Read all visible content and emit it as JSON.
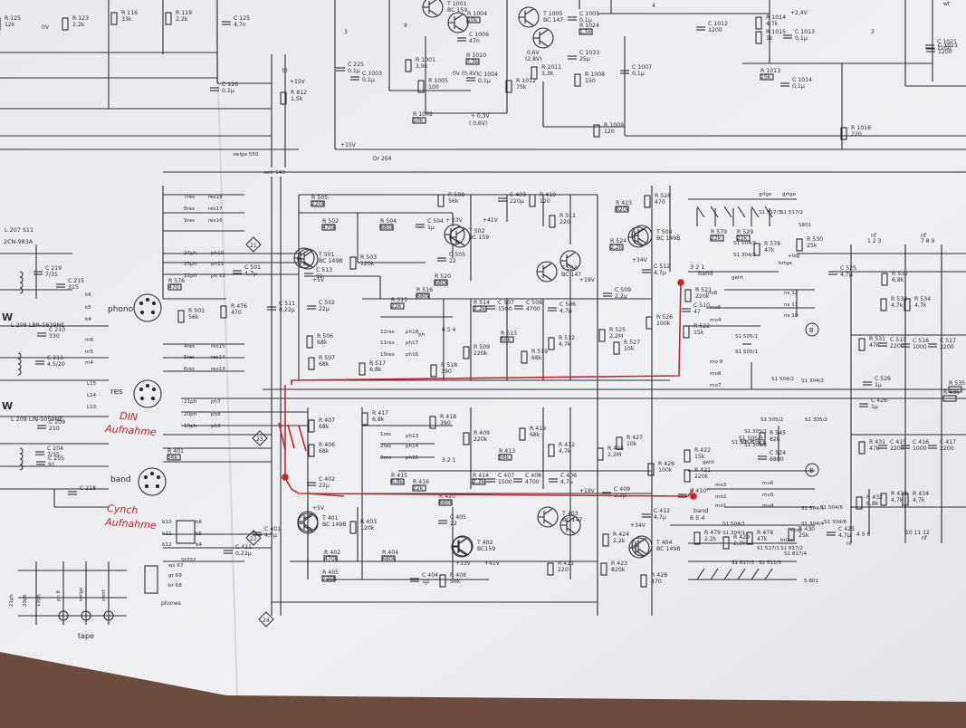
{
  "sheet": {
    "paper_color": "#ecedf1",
    "ink_color": "#2b2d33",
    "marker_color": "#c8232c",
    "desk_color": "#6b4c3e"
  },
  "top_parts": [
    {
      "ref": "R 125",
      "val": "12k"
    },
    {
      "ref": "R 123",
      "val": "2,2k"
    },
    {
      "ref": "R 116",
      "val": "33k"
    },
    {
      "ref": "R 119",
      "val": "2,2k"
    },
    {
      "ref": "C 125",
      "val": "4,7n"
    },
    {
      "ref": "C 126",
      "val": "0,1µ"
    },
    {
      "ref": "R 812",
      "val": "1,5k"
    },
    {
      "ref": "C 225",
      "val": "0,1µ"
    },
    {
      "ref": "C 1003",
      "val": "0,1µ"
    },
    {
      "ref": "R 1001",
      "val": "3,9k"
    },
    {
      "ref": "R 1005",
      "val": "100"
    },
    {
      "ref": "R 1002",
      "val": "10k"
    },
    {
      "ref": "T 1001",
      "val": "BC 159"
    },
    {
      "ref": "R 1004",
      "val": "10k"
    },
    {
      "ref": "C 1006",
      "val": "47n"
    },
    {
      "ref": "R 1010",
      "val": "3,3k"
    },
    {
      "ref": "C 1004",
      "val": "0,1µ"
    },
    {
      "ref": "T 1005",
      "val": "BC 147"
    },
    {
      "ref": "C 1005",
      "val": "0,1µ"
    },
    {
      "ref": "R 1024",
      "val": "1,5k"
    },
    {
      "ref": "C 1033",
      "val": "25µ"
    },
    {
      "ref": "R 1011",
      "val": "3,3k"
    },
    {
      "ref": "R 1012",
      "val": "75k"
    },
    {
      "ref": "R 1008",
      "val": "150"
    },
    {
      "ref": "C 1007",
      "val": "0,1µ"
    },
    {
      "ref": "R 1009",
      "val": "120"
    },
    {
      "ref": "C 1012",
      "val": "1200"
    },
    {
      "ref": "R 1014",
      "val": "4,7k"
    },
    {
      "ref": "R 1015",
      "val": "1k"
    },
    {
      "ref": "C 1013",
      "val": "0,1µ"
    },
    {
      "ref": "R 1013",
      "val": "15k"
    },
    {
      "ref": "C 1014",
      "val": "0,1µ"
    },
    {
      "ref": "R 1016",
      "val": "220"
    },
    {
      "ref": "C 1021",
      "val": "1200"
    }
  ],
  "top_misc": {
    "v15_a": "+15V",
    "v15_b": "+15V",
    "dr": "Dr 204",
    "v03": "+ 0,3V",
    "v06": "( 0,6V)",
    "v24": "+2,4V",
    "ov": "0V",
    "ov04": "0V (0,4V)",
    "v06b": "0,6V",
    "v28": "(2,8V)",
    "bl": "bl",
    "wt": "wt",
    "n9": "9",
    "n3a": "3",
    "n3b": "3",
    "n4": "4"
  },
  "preamp_upper": [
    {
      "ref": "R 505",
      "val": "220k"
    },
    {
      "ref": "R 502",
      "val": "470k"
    },
    {
      "ref": "R 504",
      "val": "680k"
    },
    {
      "ref": "C 504",
      "val": "1µ"
    },
    {
      "ref": "R 508",
      "val": "56k"
    },
    {
      "ref": "C 403",
      "val": "220µ"
    },
    {
      "ref": "R 410",
      "val": "120"
    },
    {
      "ref": "R 511",
      "val": "220"
    },
    {
      "ref": "T 501",
      "val": "BC 149B"
    },
    {
      "ref": "T 502",
      "val": "BC 159"
    },
    {
      "ref": "T 503",
      "val": "BC 147"
    },
    {
      "ref": "C 501",
      "val": "4,7µ"
    },
    {
      "ref": "C 513",
      "val": "91"
    },
    {
      "ref": "R 503",
      "val": "120k"
    },
    {
      "ref": "C 505",
      "val": "22"
    },
    {
      "ref": "R 520",
      "val": "680k"
    },
    {
      "ref": "R 516",
      "val": "680k"
    },
    {
      "ref": "R 515",
      "val": "22k"
    },
    {
      "ref": "C 511",
      "val": "0,22µ"
    },
    {
      "ref": "C 502",
      "val": "22µ"
    },
    {
      "ref": "R 514",
      "val": "2,2k"
    },
    {
      "ref": "C 507",
      "val": "1500"
    },
    {
      "ref": "C 508",
      "val": "4700"
    },
    {
      "ref": "C 506",
      "val": "4,7µ"
    },
    {
      "ref": "R 513",
      "val": "56k"
    },
    {
      "ref": "R 506",
      "val": "68k"
    },
    {
      "ref": "R 507",
      "val": "68k"
    },
    {
      "ref": "R 517",
      "val": "6,8k"
    },
    {
      "ref": "R 518",
      "val": "390"
    },
    {
      "ref": "R 509",
      "val": "220k"
    },
    {
      "ref": "R 519",
      "val": "68k"
    },
    {
      "ref": "R 512",
      "val": "4,7k"
    },
    {
      "ref": "R 525",
      "val": "2,2M"
    },
    {
      "ref": "R 527",
      "val": "10k"
    },
    {
      "ref": "R 526",
      "val": "100k"
    },
    {
      "ref": "R 501",
      "val": "56k"
    },
    {
      "ref": "R 576",
      "val": "470"
    },
    {
      "ref": "R 476",
      "val": "470"
    }
  ],
  "preamp_lower": [
    {
      "ref": "R 407",
      "val": "68k"
    },
    {
      "ref": "R 406",
      "val": "68k"
    },
    {
      "ref": "R 417",
      "val": "6,8k"
    },
    {
      "ref": "R 418",
      "val": "390"
    },
    {
      "ref": "R 409",
      "val": "220k"
    },
    {
      "ref": "R 419",
      "val": "68k"
    },
    {
      "ref": "R 412",
      "val": "4,7k"
    },
    {
      "ref": "R 413",
      "val": "56k"
    },
    {
      "ref": "R 425",
      "val": "2,2M"
    },
    {
      "ref": "R 427",
      "val": "10k"
    },
    {
      "ref": "R 426",
      "val": "100k"
    },
    {
      "ref": "R 414",
      "val": "2,2k"
    },
    {
      "ref": "C 407",
      "val": "1500"
    },
    {
      "ref": "C 408",
      "val": "4700"
    },
    {
      "ref": "C 406",
      "val": "4,7µ"
    },
    {
      "ref": "R 415",
      "val": "6,8k"
    },
    {
      "ref": "R 416",
      "val": "22k"
    },
    {
      "ref": "C 402",
      "val": "22µ"
    },
    {
      "ref": "R 420",
      "val": "680k"
    },
    {
      "ref": "C 409",
      "val": "2,2µ"
    },
    {
      "ref": "C 412",
      "val": "4,7µ"
    },
    {
      "ref": "T 401",
      "val": "BC 149B"
    },
    {
      "ref": "R 403",
      "val": "120k"
    },
    {
      "ref": "C 405",
      "val": "22"
    },
    {
      "ref": "T 402",
      "val": "BC159"
    },
    {
      "ref": "T 403",
      "val": "BC 147"
    },
    {
      "ref": "T 404",
      "val": "BC 149B"
    },
    {
      "ref": "R 424",
      "val": "2,2k"
    },
    {
      "ref": "C 401",
      "val": "4,7µ"
    },
    {
      "ref": "C 411",
      "val": "0,22µ"
    },
    {
      "ref": "R 402",
      "val": "470k"
    },
    {
      "ref": "R 404",
      "val": "680k"
    },
    {
      "ref": "R 405",
      "val": "220k"
    },
    {
      "ref": "C 404",
      "val": "1µ"
    },
    {
      "ref": "R 408",
      "val": "56k"
    },
    {
      "ref": "R 411",
      "val": "220"
    },
    {
      "ref": "R 423",
      "val": "820k"
    },
    {
      "ref": "R 428",
      "val": "470"
    },
    {
      "ref": "R 401",
      "val": "56k"
    },
    {
      "ref": "C 410",
      "val": "47"
    },
    {
      "ref": "R 421",
      "val": "220k"
    },
    {
      "ref": "R 422",
      "val": "15k"
    }
  ],
  "right_parts": [
    {
      "ref": "R 423",
      "val": "820k"
    },
    {
      "ref": "R 528",
      "val": "470"
    },
    {
      "ref": "R 524",
      "val": "2,2k"
    },
    {
      "ref": "T 504",
      "val": "BC 149B"
    },
    {
      "ref": "C 509",
      "val": "2,2µ"
    },
    {
      "ref": "C 512",
      "val": "4,7µ"
    },
    {
      "ref": "R 521",
      "val": "220k"
    },
    {
      "ref": "C 510",
      "val": "47"
    },
    {
      "ref": "R 522",
      "val": "15k"
    },
    {
      "ref": "R 579",
      "val": "22k"
    },
    {
      "ref": "R 529",
      "val": "22k"
    },
    {
      "ref": "R 578",
      "val": "47k"
    },
    {
      "ref": "R 530",
      "val": "25k"
    },
    {
      "ref": "C 525",
      "val": "4,7µ"
    },
    {
      "ref": "R 532",
      "val": "6,8k"
    },
    {
      "ref": "R 533",
      "val": "4,7k"
    },
    {
      "ref": "R 534",
      "val": "4,7k"
    },
    {
      "ref": "R 531",
      "val": "47k"
    },
    {
      "ref": "C 515",
      "val": "2200"
    },
    {
      "ref": "C 516",
      "val": "1000"
    },
    {
      "ref": "C 517",
      "val": "2200"
    },
    {
      "ref": "C 526",
      "val": "1µ"
    },
    {
      "ref": "C 426",
      "val": "1µ"
    },
    {
      "ref": "R 545",
      "val": "82k"
    },
    {
      "ref": "C 524",
      "val": "6800"
    },
    {
      "ref": "R 431",
      "val": "47k"
    },
    {
      "ref": "C 415",
      "val": "2200"
    },
    {
      "ref": "C 416",
      "val": "1000"
    },
    {
      "ref": "C 417",
      "val": "2200"
    },
    {
      "ref": "R 432",
      "val": "6,8k"
    },
    {
      "ref": "R 433",
      "val": "4,7k"
    },
    {
      "ref": "R 434",
      "val": "4,7k"
    },
    {
      "ref": "C 425",
      "val": "4,7µ"
    },
    {
      "ref": "R 479",
      "val": "2,2k"
    },
    {
      "ref": "R 429",
      "val": "2,2k"
    },
    {
      "ref": "R 478",
      "val": "47k"
    },
    {
      "ref": "R 430",
      "val": "25k"
    },
    {
      "ref": "R 535",
      "val": ""
    },
    {
      "ref": "R 435",
      "val": ""
    },
    {
      "ref": "C 1021",
      "val": "1200"
    },
    {
      "ref": "C 219",
      "val": "7/35"
    },
    {
      "ref": "C 215",
      "val": "315"
    },
    {
      "ref": "C 210",
      "val": "330"
    },
    {
      "ref": "C 211",
      "val": "4,5/20"
    },
    {
      "ref": "C 209",
      "val": "210"
    },
    {
      "ref": "C 204",
      "val": "7/35"
    },
    {
      "ref": "C 205",
      "val": "91"
    },
    {
      "ref": "C 218",
      "val": ""
    }
  ],
  "switches": [
    "swlge 550",
    "swlr 543",
    "7res",
    "8res",
    "9res",
    "res18",
    "res17",
    "res16",
    "24ph",
    "23ph",
    "22ph",
    "ph10",
    "ph11",
    "ph 12",
    "4res",
    "5res",
    "6res",
    "res15",
    "res14",
    "res13",
    "21ph",
    "20ph",
    "19ph",
    "ph7",
    "ph8",
    "ph9",
    "12res",
    "11res",
    "10res",
    "ph18",
    "ph17",
    "ph16",
    "ph13",
    "ph14",
    "ph15",
    "1res",
    "2res",
    "3res",
    "ph",
    "mo6",
    "mo5",
    "mo4",
    "mo 9",
    "mo8",
    "mo7",
    "mo3",
    "mo2",
    "mo1",
    "mu6",
    "mu5",
    "mu4",
    "ns 12",
    "ns 11",
    "ns 10",
    "S1 505/1",
    "S1 505/1",
    "S1 505/3",
    "S1 305/1",
    "S1 305/3",
    "S1 504/2",
    "S1 304/2",
    "S1 505/2",
    "S1 305/2",
    "S1 504/4",
    "S1 304/4",
    "S1 504/6",
    "S1 304/6",
    "S1 504/3",
    "S1 304/3",
    "S1 504/1",
    "S1 304/1",
    "S1 517/1",
    "S1 817/2",
    "S1 517/3",
    "S1 517/2",
    "S1 817/3",
    "S1 511/3",
    "S1 817/4",
    "S801",
    "S 801",
    "grlge",
    "grtge",
    "brtge",
    "brl/rt",
    "gelrt",
    "gelrt",
    "+log",
    "+log",
    "k6",
    "k5",
    "k4",
    "m6",
    "m5",
    "m4",
    "L15",
    "L14",
    "L13",
    "b6",
    "b5",
    "b4",
    "b10",
    "b11",
    "b12",
    "ws 67",
    "gr 69",
    "br 68",
    "St702"
  ],
  "coils": [
    {
      "ref": "L 207",
      "code": "S11"
    },
    {
      "ref": "2CN-983A",
      "code": ""
    },
    {
      "ref": "L 208",
      "code": "LBR-5839NE"
    },
    {
      "ref": "L 209",
      "code": "LIN-5059NE"
    }
  ],
  "labels": {
    "phono": "phono",
    "res": "res",
    "band": "band",
    "band_top": "band",
    "band_bot": "band",
    "phones": "phones",
    "tape": "tape",
    "W1": "W",
    "W2": "W",
    "gnd21": "21",
    "gnd23": "23",
    "gnd22": "22",
    "gnd24": "24",
    "circB1": "B",
    "circB2": "B",
    "v5a": "+5V",
    "v5b": "+5V",
    "v33a": "+ 33V",
    "v41a": "+41V",
    "v19a": "+19V",
    "v34a": "+34V",
    "v33b": "+33V",
    "v41b": "+41V",
    "v19b": "+19V",
    "v34b": "+34V",
    "pins_top": "3 2 1",
    "pins_bot": "6 5 4",
    "ph654": "6  5  4",
    "ph321": "3  2  1",
    "nf": "nf",
    "nf2": "nf",
    "nf3": "nf",
    "nf4": "nf",
    "pins_rt": "1  2  3",
    "pins_rt2": "7  8  9",
    "pins_rb": "4  5  6",
    "pins_rb2": "10 11 12",
    "tape_pins": [
      "21ph",
      "20ph",
      "19ph"
    ],
    "tape_sw": [
      "ph 8",
      "swlge",
      "swlrt"
    ],
    "sw_s1503": "S1 505/3",
    "sw_s1305": "S1 305/3"
  },
  "annotations": [
    {
      "text": "DIN",
      "color": "#c8232c"
    },
    {
      "text": "Aufnahme",
      "color": "#c8232c"
    },
    {
      "text": "Cynch",
      "color": "#c8232c"
    },
    {
      "text": "Aufnahme",
      "color": "#c8232c"
    }
  ]
}
